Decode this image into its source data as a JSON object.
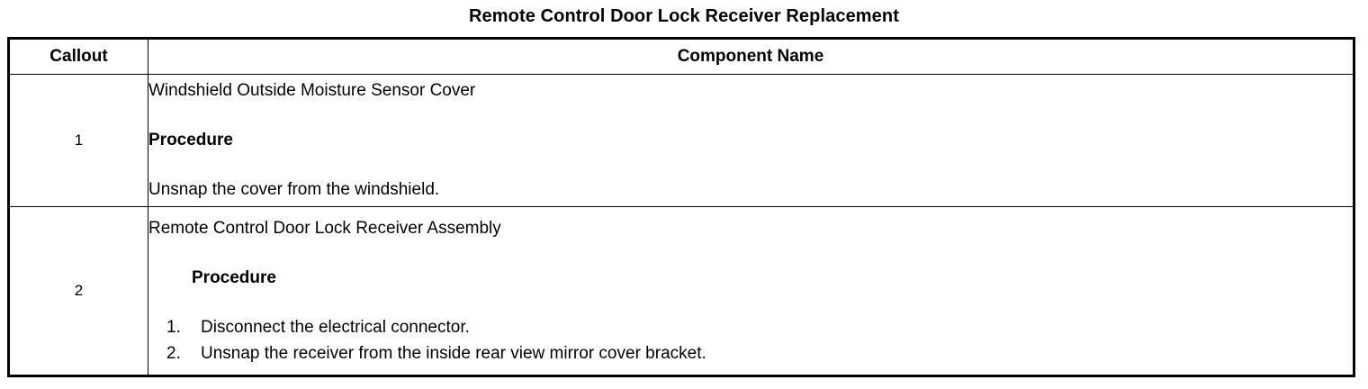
{
  "document": {
    "title": "Remote Control Door Lock Receiver Replacement"
  },
  "table": {
    "headers": {
      "callout": "Callout",
      "component_name": "Component Name"
    },
    "rows": [
      {
        "callout": "1",
        "component_name": "Windshield Outside Moisture Sensor Cover",
        "procedure_label": "Procedure",
        "procedure_text": "Unsnap the cover from the windshield.",
        "steps": []
      },
      {
        "callout": "2",
        "component_name": "Remote Control Door Lock Receiver Assembly",
        "procedure_label": "Procedure",
        "procedure_text": "",
        "steps": [
          {
            "num": "1.",
            "text": "Disconnect the electrical connector."
          },
          {
            "num": "2.",
            "text": "Unsnap the receiver from the inside rear view mirror cover bracket."
          }
        ]
      }
    ]
  },
  "colors": {
    "background": "#ffffff",
    "text": "#000000",
    "border": "#000000"
  }
}
